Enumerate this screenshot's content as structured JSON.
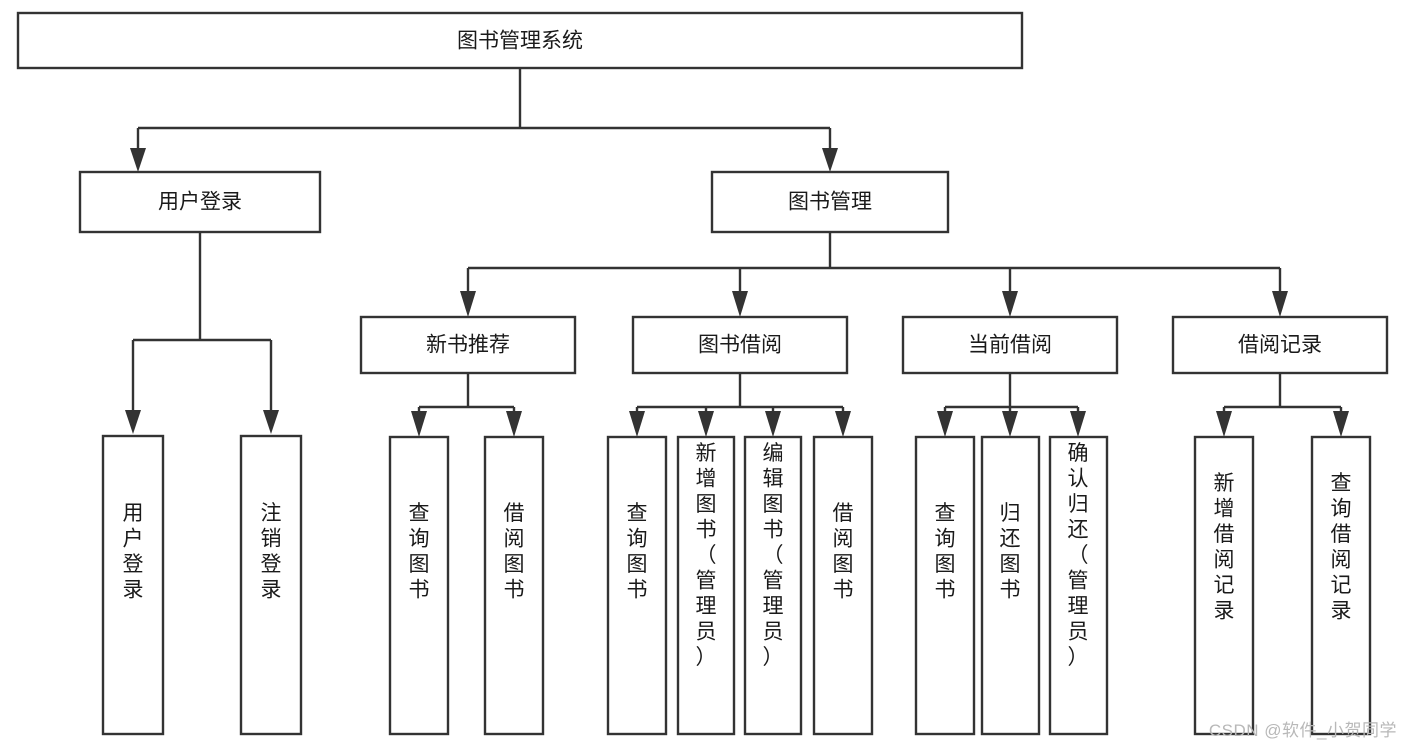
{
  "diagram": {
    "type": "tree",
    "orientation": "top-down",
    "title": "图书管理系统",
    "watermark": "CSDN @软件_小贺同学",
    "colors": {
      "box_fill": "#ffffff",
      "box_stroke": "#333333",
      "text": "#1a1a1a",
      "watermark": "#b8b8b8",
      "background": "#ffffff"
    },
    "nodes": {
      "root": {
        "label": "图书管理系统",
        "level": 0,
        "orientation": "horizontal"
      },
      "l1": [
        {
          "id": "user-login",
          "label": "用户登录",
          "level": 1,
          "orientation": "horizontal"
        },
        {
          "id": "book-manage",
          "label": "图书管理",
          "level": 1,
          "orientation": "horizontal"
        }
      ],
      "l2": [
        {
          "id": "new-book-recommend",
          "label": "新书推荐",
          "level": 2,
          "orientation": "horizontal",
          "parent": "book-manage"
        },
        {
          "id": "book-borrow",
          "label": "图书借阅",
          "level": 2,
          "orientation": "horizontal",
          "parent": "book-manage"
        },
        {
          "id": "current-borrow",
          "label": "当前借阅",
          "level": 2,
          "orientation": "horizontal",
          "parent": "book-manage"
        },
        {
          "id": "borrow-record",
          "label": "借阅记录",
          "level": 2,
          "orientation": "horizontal",
          "parent": "book-manage"
        }
      ],
      "leaves": [
        {
          "id": "leaf-user-login",
          "label": "用户登录",
          "level": 2,
          "orientation": "vertical",
          "parent": "user-login"
        },
        {
          "id": "leaf-logout-login",
          "label": "注销登录",
          "level": 2,
          "orientation": "vertical",
          "parent": "user-login"
        },
        {
          "id": "leaf-query-book-1",
          "label": "查询图书",
          "level": 3,
          "orientation": "vertical",
          "parent": "new-book-recommend"
        },
        {
          "id": "leaf-borrow-book-1",
          "label": "借阅图书",
          "level": 3,
          "orientation": "vertical",
          "parent": "new-book-recommend"
        },
        {
          "id": "leaf-query-book-2",
          "label": "查询图书",
          "level": 3,
          "orientation": "vertical",
          "parent": "book-borrow"
        },
        {
          "id": "leaf-add-book",
          "label": "新增图书（管理员）",
          "level": 3,
          "orientation": "vertical",
          "parent": "book-borrow"
        },
        {
          "id": "leaf-edit-book",
          "label": "编辑图书（管理员）",
          "level": 3,
          "orientation": "vertical",
          "parent": "book-borrow"
        },
        {
          "id": "leaf-borrow-book-2",
          "label": "借阅图书",
          "level": 3,
          "orientation": "vertical",
          "parent": "book-borrow"
        },
        {
          "id": "leaf-query-book-3",
          "label": "查询图书",
          "level": 3,
          "orientation": "vertical",
          "parent": "current-borrow"
        },
        {
          "id": "leaf-return-book",
          "label": "归还图书",
          "level": 3,
          "orientation": "vertical",
          "parent": "current-borrow"
        },
        {
          "id": "leaf-confirm-return",
          "label": "确认归还（管理员）",
          "level": 3,
          "orientation": "vertical",
          "parent": "current-borrow"
        },
        {
          "id": "leaf-add-record",
          "label": "新增借阅记录",
          "level": 3,
          "orientation": "vertical",
          "parent": "borrow-record"
        },
        {
          "id": "leaf-query-record",
          "label": "查询借阅记录",
          "level": 3,
          "orientation": "vertical",
          "parent": "borrow-record"
        }
      ]
    }
  }
}
